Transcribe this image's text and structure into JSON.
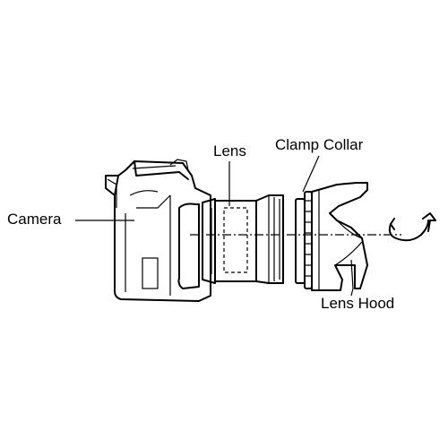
{
  "labels": {
    "camera": "Camera",
    "lens": "Lens",
    "clamp_collar": "Clamp Collar",
    "lens_hood": "Lens Hood"
  },
  "colors": {
    "ink": "#000000",
    "background": "#ffffff"
  },
  "icons": {
    "rotation": "rotate-arrow-icon"
  }
}
